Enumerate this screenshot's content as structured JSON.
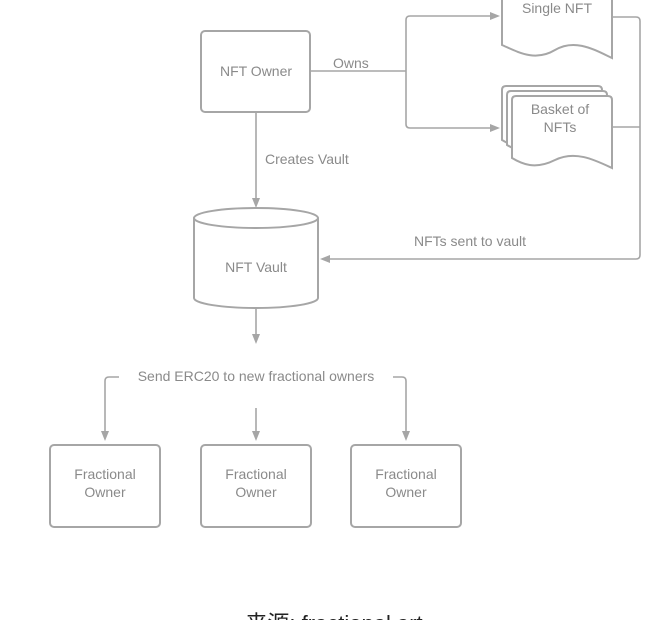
{
  "diagram": {
    "nodes": {
      "nft_owner": "NFT Owner",
      "single_nft": "Single NFT",
      "basket_line1": "Basket of",
      "basket_line2": "NFTs",
      "nft_vault": "NFT Vault",
      "fractional_owners": [
        {
          "line1": "Fractional",
          "line2": "Owner"
        },
        {
          "line1": "Fractional",
          "line2": "Owner"
        },
        {
          "line1": "Fractional",
          "line2": "Owner"
        }
      ]
    },
    "edges": {
      "owns": "Owns",
      "creates_vault": "Creates Vault",
      "nfts_sent": "NFTs sent to vault",
      "send_erc20": "Send ERC20 to new fractional owners"
    },
    "colors": {
      "stroke": "#a6a6a6",
      "text": "#8a8a8a"
    }
  },
  "caption": "来源: fractional.art"
}
